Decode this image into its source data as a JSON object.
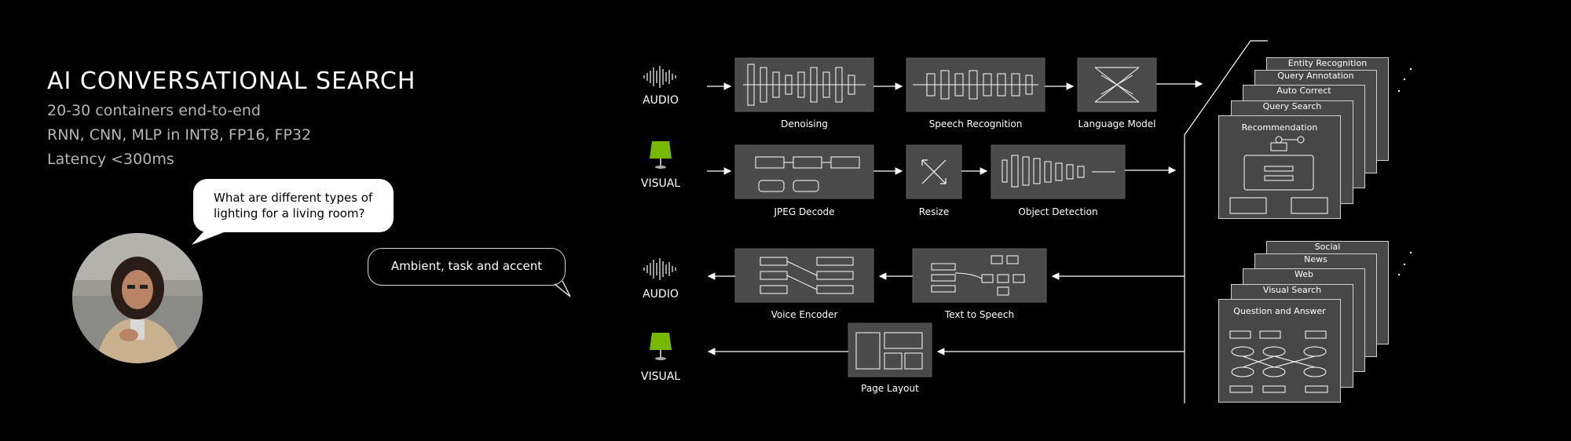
{
  "left": {
    "title": "AI CONVERSATIONAL SEARCH",
    "lines": [
      "20-30 containers end-to-end",
      "RNN, CNN, MLP in INT8, FP16, FP32",
      "Latency <300ms"
    ],
    "question": "What are different types of lighting for a living room?",
    "answer": "Ambient, task and accent"
  },
  "modalities": {
    "audio_in": "AUDIO",
    "visual_in": "VISUAL",
    "audio_out": "AUDIO",
    "visual_out": "VISUAL"
  },
  "stages": {
    "denoising": "Denoising",
    "speech_recognition": "Speech Recognition",
    "language_model": "Language Model",
    "jpeg_decode": "JPEG Decode",
    "resize": "Resize",
    "object_detection": "Object Detection",
    "voice_encoder": "Voice Encoder",
    "text_to_speech": "Text to Speech",
    "page_layout": "Page Layout"
  },
  "stack_top": [
    "Entity Recognition",
    "Query Annotation",
    "Auto Correct",
    "Query Search",
    "Recommendation"
  ],
  "stack_bottom": [
    "Social",
    "News",
    "Web",
    "Visual Search",
    "Question and Answer"
  ],
  "colors": {
    "background": "#000000",
    "box": "#4a4a4a",
    "accent_green": "#76b900"
  }
}
